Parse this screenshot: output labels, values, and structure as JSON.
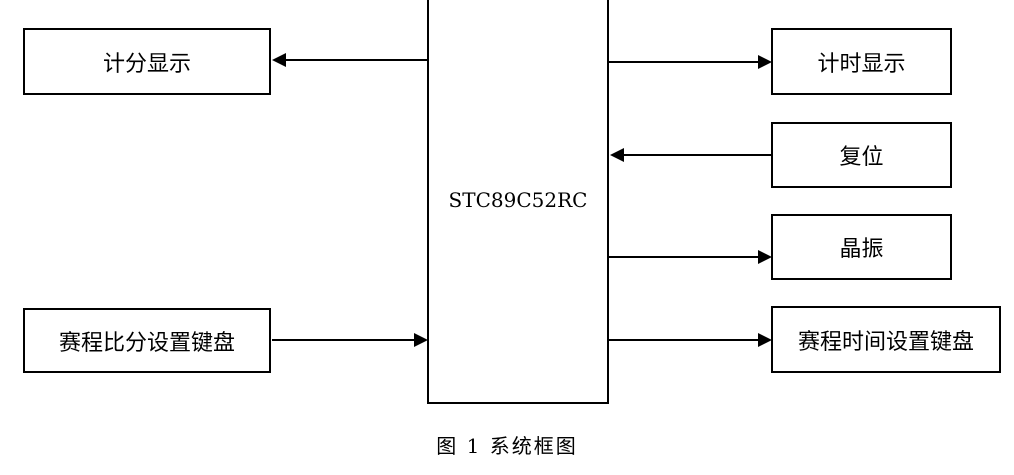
{
  "mcu": {
    "label": "STC89C52RC"
  },
  "blocks": {
    "score_display": "计分显示",
    "score_keypad": "赛程比分设置键盘",
    "time_display": "计时显示",
    "reset": "复位",
    "crystal": "晶振",
    "time_keypad": "赛程时间设置键盘"
  },
  "caption": "图 1  系统框图"
}
